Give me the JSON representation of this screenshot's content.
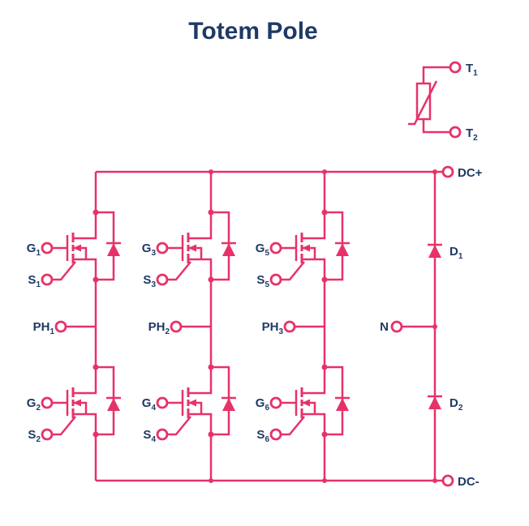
{
  "title": "Totem Pole",
  "colors": {
    "accent": "#E73269",
    "ink": "#1F3A66"
  },
  "terminals": {
    "t1": {
      "base": "T",
      "sub": "1"
    },
    "t2": {
      "base": "T",
      "sub": "2"
    },
    "dc_plus": "DC+",
    "dc_minus": "DC-",
    "neutral": "N"
  },
  "clamp_diodes": {
    "d1": {
      "base": "D",
      "sub": "1"
    },
    "d2": {
      "base": "D",
      "sub": "2"
    }
  },
  "legs": [
    {
      "high": {
        "gate": {
          "base": "G",
          "sub": "1"
        },
        "source": {
          "base": "S",
          "sub": "1"
        }
      },
      "phase": {
        "base": "PH",
        "sub": "1"
      },
      "low": {
        "gate": {
          "base": "G",
          "sub": "2"
        },
        "source": {
          "base": "S",
          "sub": "2"
        }
      }
    },
    {
      "high": {
        "gate": {
          "base": "G",
          "sub": "3"
        },
        "source": {
          "base": "S",
          "sub": "3"
        }
      },
      "phase": {
        "base": "PH",
        "sub": "2"
      },
      "low": {
        "gate": {
          "base": "G",
          "sub": "4"
        },
        "source": {
          "base": "S",
          "sub": "4"
        }
      }
    },
    {
      "high": {
        "gate": {
          "base": "G",
          "sub": "5"
        },
        "source": {
          "base": "S",
          "sub": "5"
        }
      },
      "phase": {
        "base": "PH",
        "sub": "3"
      },
      "low": {
        "gate": {
          "base": "G",
          "sub": "6"
        },
        "source": {
          "base": "S",
          "sub": "6"
        }
      }
    }
  ]
}
